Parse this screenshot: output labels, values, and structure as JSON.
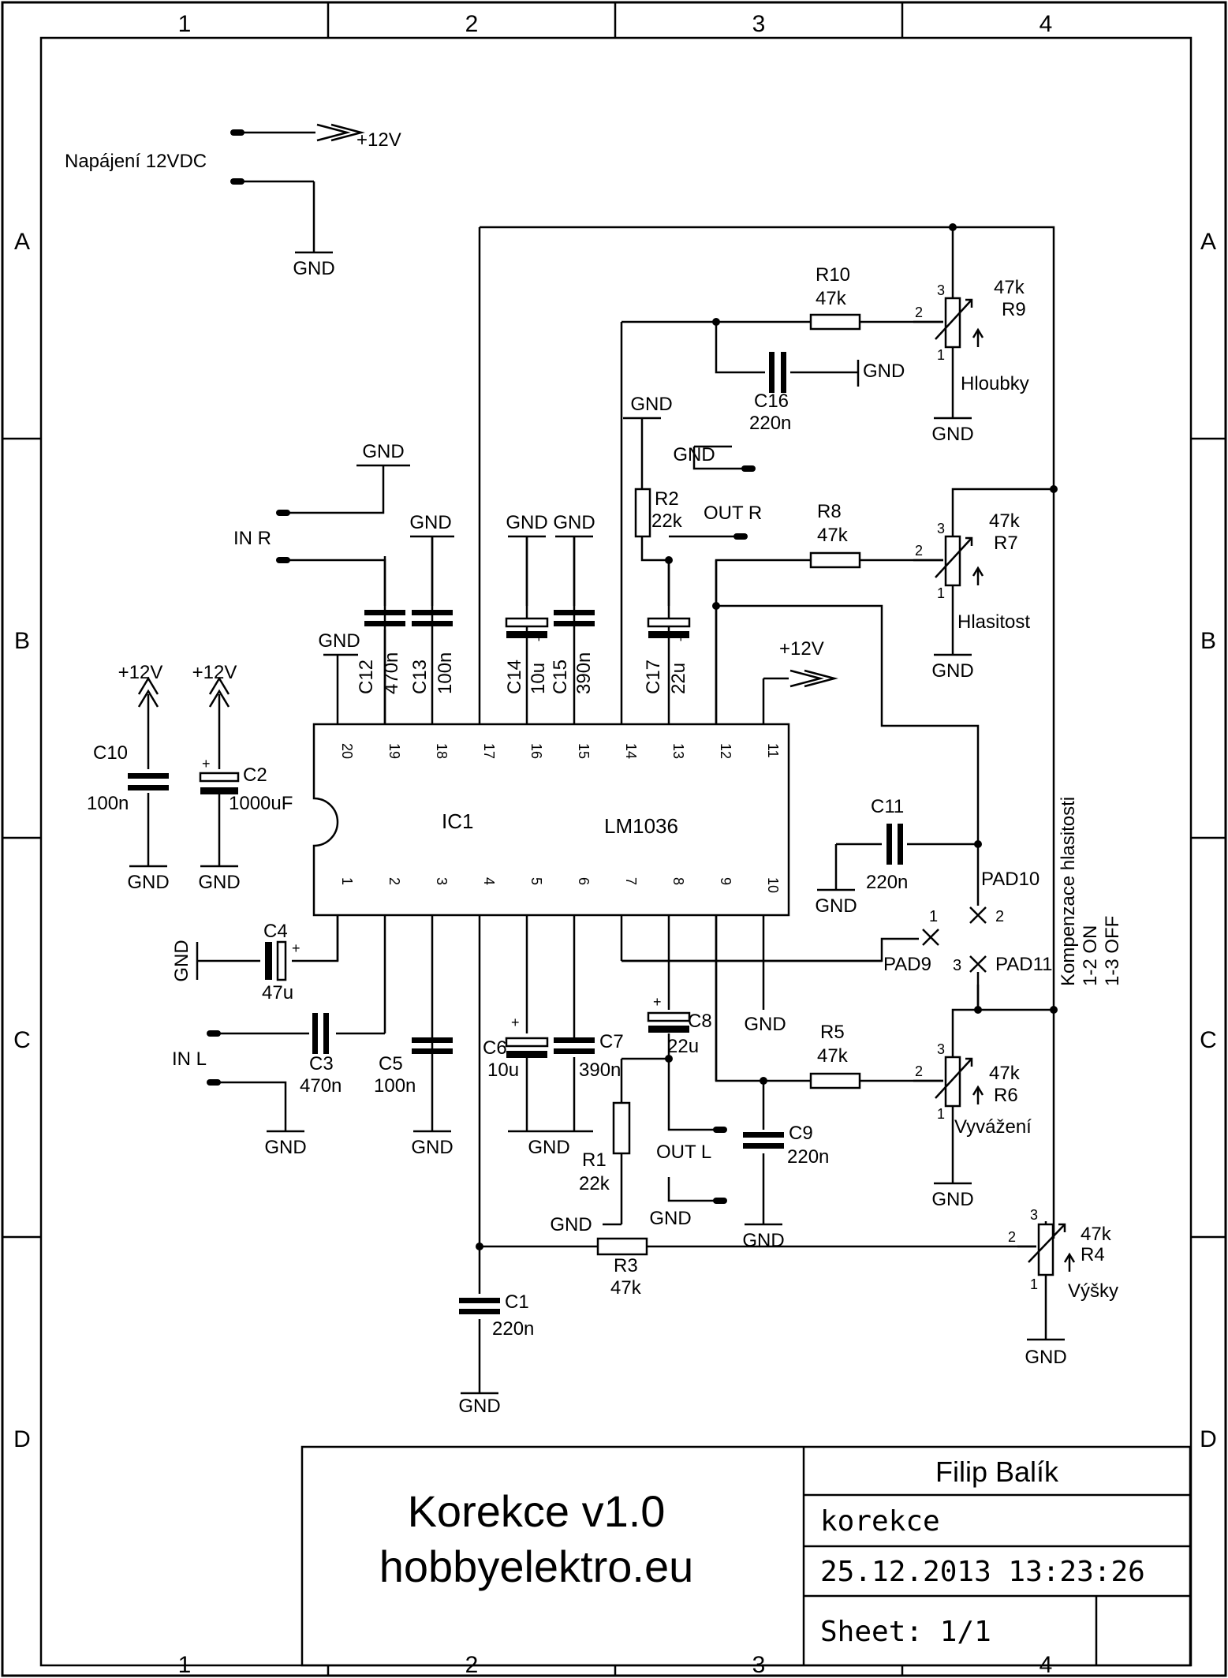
{
  "frame": {
    "columns": [
      "1",
      "2",
      "3",
      "4"
    ],
    "rows": [
      "A",
      "B",
      "C",
      "D"
    ]
  },
  "title_block": {
    "title": "Korekce v1.0",
    "site": "hobbyelektro.eu",
    "author": "Filip Balík",
    "name": "korekce",
    "datetime": "25.12.2013 13:23:26",
    "sheet": "Sheet: 1/1"
  },
  "power": {
    "label": "Napájení 12VDC",
    "vcc": "+12V",
    "gnd": "GND"
  },
  "ic": {
    "ref": "IC1",
    "value": "LM1036",
    "pins_top": [
      "20",
      "19",
      "18",
      "17",
      "16",
      "15",
      "14",
      "13",
      "12",
      "11"
    ],
    "pins_bottom": [
      "1",
      "2",
      "3",
      "4",
      "5",
      "6",
      "7",
      "8",
      "9",
      "10"
    ]
  },
  "connectors": {
    "in_r": "IN R",
    "in_l": "IN L",
    "out_r": "OUT R",
    "out_l": "OUT L"
  },
  "pads": {
    "pad9": "PAD9",
    "pad10": "PAD10",
    "pad11": "PAD11",
    "n1": "1",
    "n2": "2",
    "n3": "3"
  },
  "compensation": {
    "title": "Kompenzace hlasitosti",
    "on": "1-2 ON",
    "off": "1-3 OFF"
  },
  "parts": {
    "C1": {
      "ref": "C1",
      "value": "220n"
    },
    "C2": {
      "ref": "C2",
      "value": "1000uF"
    },
    "C3": {
      "ref": "C3",
      "value": "470n"
    },
    "C4": {
      "ref": "C4",
      "value": "47u"
    },
    "C5": {
      "ref": "C5",
      "value": "100n"
    },
    "C6": {
      "ref": "C6",
      "value": "10u"
    },
    "C7": {
      "ref": "C7",
      "value": "390n"
    },
    "C8": {
      "ref": "C8",
      "value": "22u"
    },
    "C9": {
      "ref": "C9",
      "value": "220n"
    },
    "C10": {
      "ref": "C10",
      "value": "100n"
    },
    "C11": {
      "ref": "C11",
      "value": "220n"
    },
    "C12": {
      "ref": "C12",
      "value": "470n"
    },
    "C13": {
      "ref": "C13",
      "value": "100n"
    },
    "C14": {
      "ref": "C14",
      "value": "10u"
    },
    "C15": {
      "ref": "C15",
      "value": "390n"
    },
    "C16": {
      "ref": "C16",
      "value": "220n"
    },
    "C17": {
      "ref": "C17",
      "value": "22u"
    },
    "R1": {
      "ref": "R1",
      "value": "22k"
    },
    "R2": {
      "ref": "R2",
      "value": "22k"
    },
    "R3": {
      "ref": "R3",
      "value": "47k"
    },
    "R4": {
      "ref": "R4",
      "value": "47k",
      "label": "Výšky"
    },
    "R5": {
      "ref": "R5",
      "value": "47k"
    },
    "R6": {
      "ref": "R6",
      "value": "47k",
      "label": "Vyvážení"
    },
    "R7": {
      "ref": "R7",
      "value": "47k",
      "label": "Hlasitost"
    },
    "R8": {
      "ref": "R8",
      "value": "47k"
    },
    "R9": {
      "ref": "R9",
      "value": "47k",
      "label": "Hloubky"
    },
    "R10": {
      "ref": "R10",
      "value": "47k"
    }
  },
  "pot_pins": {
    "p1": "1",
    "p2": "2",
    "p3": "3"
  },
  "plus": "+"
}
